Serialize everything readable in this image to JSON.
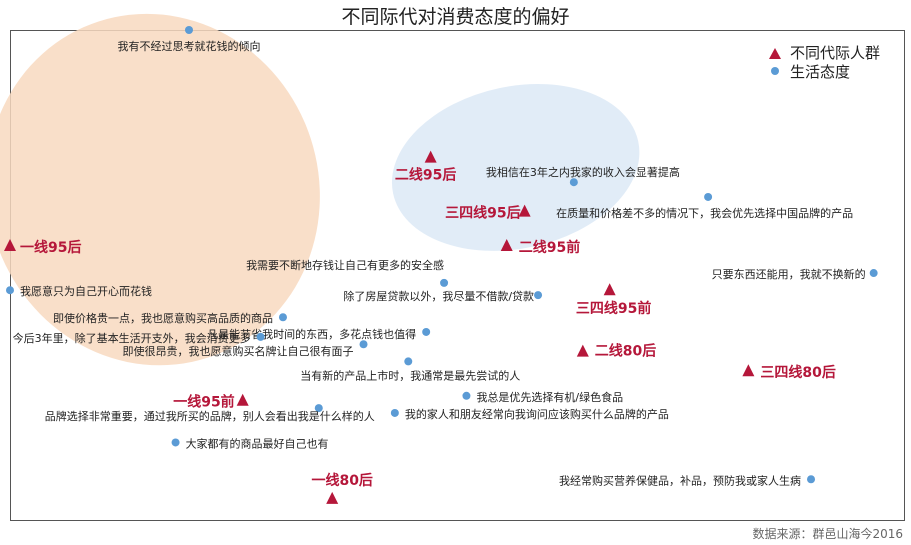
{
  "title": "不同际代对消费态度的偏好",
  "source": "数据来源：群邑山海今2016",
  "chart_data": {
    "type": "scatter",
    "title": "不同际代对消费态度的偏好",
    "xlabel": "",
    "ylabel": "",
    "grid": false,
    "legend_position": "top-right",
    "colors": {
      "generation": "#b5173a",
      "attitude": "#5b9bd5",
      "ellipse_orange": "#f8d9c0",
      "ellipse_blue": "#dce9f6"
    },
    "series": [
      {
        "name": "不同代际人群",
        "marker": "triangle",
        "points": [
          {
            "label": "一线95后",
            "x": 0.0,
            "y": 0.56
          },
          {
            "label": "二线95后",
            "x": 0.47,
            "y": 0.74
          },
          {
            "label": "三四线95后",
            "x": 0.575,
            "y": 0.63
          },
          {
            "label": "二线95前",
            "x": 0.555,
            "y": 0.56
          },
          {
            "label": "三四线95前",
            "x": 0.67,
            "y": 0.47
          },
          {
            "label": "二线80后",
            "x": 0.64,
            "y": 0.345
          },
          {
            "label": "三四线80后",
            "x": 0.825,
            "y": 0.305
          },
          {
            "label": "一线95前",
            "x": 0.26,
            "y": 0.245
          },
          {
            "label": "一线80后",
            "x": 0.36,
            "y": 0.045
          }
        ]
      },
      {
        "name": "生活态度",
        "marker": "circle",
        "points": [
          {
            "label": "我有不经过思考就花钱的倾向",
            "x": 0.2,
            "y": 1.0
          },
          {
            "label": "我相信在3年之内我家的收入会显著提高",
            "x": 0.63,
            "y": 0.69
          },
          {
            "label": "在质量和价格差不多的情况下，我会优先选择中国品牌的产品",
            "x": 0.78,
            "y": 0.66
          },
          {
            "label": "我需要不断地存钱让自己有更多的安全感",
            "x": 0.485,
            "y": 0.485
          },
          {
            "label": "只要东西还能用，我就不换新的",
            "x": 0.965,
            "y": 0.505
          },
          {
            "label": "我愿意只为自己开心而花钱",
            "x": 0.0,
            "y": 0.47
          },
          {
            "label": "除了房屋贷款以外，我尽量不借款/贷款",
            "x": 0.59,
            "y": 0.46
          },
          {
            "label": "即使价格贵一点，我也愿意购买高品质的商品",
            "x": 0.305,
            "y": 0.415
          },
          {
            "label": "凡是能节省我时间的东西，多花点钱也值得",
            "x": 0.465,
            "y": 0.385
          },
          {
            "label": "今后3年里，除了基本生活开支外，我会消费更多",
            "x": 0.28,
            "y": 0.375
          },
          {
            "label": "即使很昂贵，我也愿意购买名牌让自己很有面子",
            "x": 0.395,
            "y": 0.36
          },
          {
            "label": "当有新的产品上市时，我通常是最先尝试的人",
            "x": 0.445,
            "y": 0.325
          },
          {
            "label": "我总是优先选择有机/绿色食品",
            "x": 0.51,
            "y": 0.255
          },
          {
            "label": "品牌选择非常重要，通过我所买的品牌，别人会看出我是什么样的人",
            "x": 0.345,
            "y": 0.23
          },
          {
            "label": "我的家人和朋友经常向我询问应该购买什么品牌的产品",
            "x": 0.43,
            "y": 0.22
          },
          {
            "label": "大家都有的商品最好自己也有",
            "x": 0.185,
            "y": 0.16
          },
          {
            "label": "我经常购买营养保健品，补品，预防我或家人生病",
            "x": 0.895,
            "y": 0.085
          }
        ]
      }
    ],
    "ellipses": [
      {
        "color": "orange",
        "cx": 0.16,
        "cy": 0.675,
        "rx": 0.185,
        "ry": 0.36
      },
      {
        "color": "blue",
        "cx": 0.565,
        "cy": 0.72,
        "rx": 0.14,
        "ry": 0.165
      }
    ]
  }
}
